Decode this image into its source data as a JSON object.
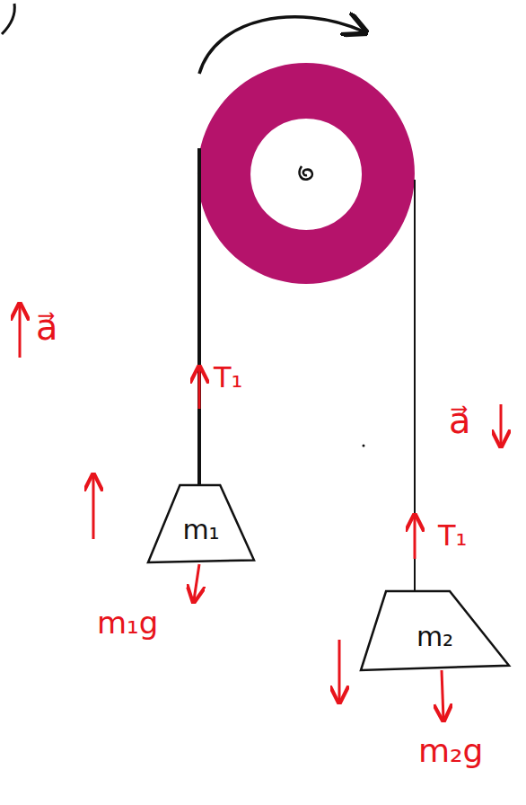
{
  "diagram": {
    "nodes": [
      {
        "text": [
          "m₁"
        ]
      },
      {
        "text": [
          "m₂"
        ]
      }
    ],
    "labels": [
      "a⃗",
      "T₁",
      "m₁g",
      "a⃗",
      "T₁",
      "m₂g"
    ]
  }
}
